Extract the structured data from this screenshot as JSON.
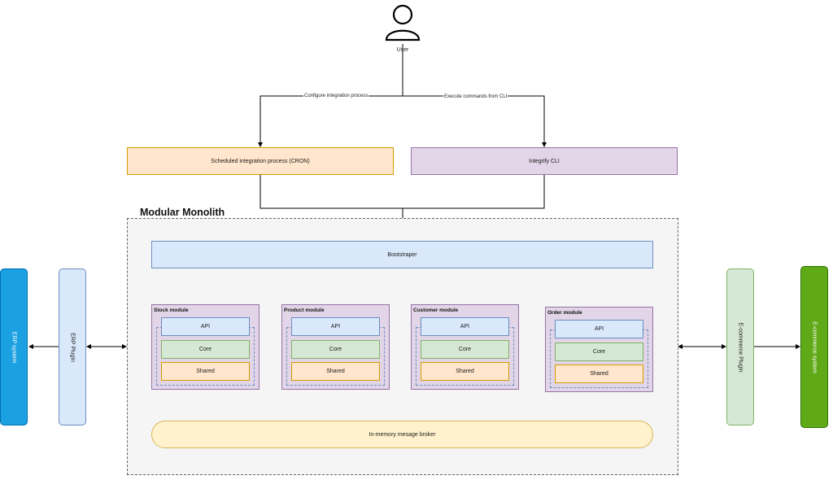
{
  "user": {
    "label": "User"
  },
  "edges": {
    "configure": "Configure integration process",
    "execute": "Execute commands from CLI"
  },
  "cron": {
    "label": "Scheduled integration process (CRON)"
  },
  "cli": {
    "label": "Integrify CLI"
  },
  "monolith": {
    "title": "Modular Monolith"
  },
  "bootstrapper": {
    "label": "Bootstraper"
  },
  "modules": [
    {
      "title": "Stock module",
      "api": "API",
      "core": "Core",
      "shared": "Shared"
    },
    {
      "title": "Product module",
      "api": "API",
      "core": "Core",
      "shared": "Shared"
    },
    {
      "title": "Customer module",
      "api": "API",
      "core": "Core",
      "shared": "Shared"
    },
    {
      "title": "Order module",
      "api": "API",
      "core": "Core",
      "shared": "Shared"
    }
  ],
  "broker": {
    "label": "In-memory mesage broker"
  },
  "erp_system": {
    "label": "ERP system"
  },
  "erp_plugin": {
    "label": "ERP Plugin"
  },
  "ecommerce_plugin": {
    "label": "E-commerce Plugin"
  },
  "ecommerce_system": {
    "label": "E-commerce system"
  },
  "colors": {
    "cron_fill": "#ffe6cc",
    "cron_stroke": "#d79b00",
    "cli_fill": "#e1d5e7",
    "cli_stroke": "#9673a6",
    "blue_fill": "#dae8fc",
    "blue_stroke": "#6c8ebf",
    "green_fill": "#d5e8d4",
    "green_stroke": "#82b366",
    "yellow_fill": "#fff2cc",
    "yellow_stroke": "#d6b656",
    "erp_fill": "#1ba1e2",
    "ecom_fill": "#60a917"
  }
}
